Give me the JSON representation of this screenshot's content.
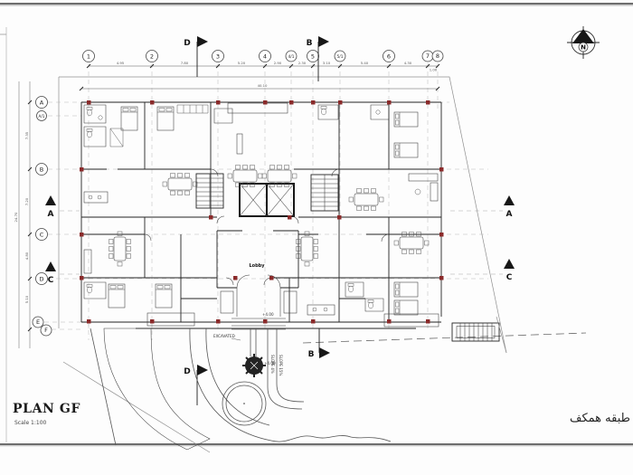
{
  "drawing": {
    "title": "PLAN GF",
    "scale": "Scale  1:100",
    "title_rtl": "طبقه همكف",
    "north_label": "N",
    "lobby_label": "Lobby",
    "level_entrance": "+4.00",
    "level_court": "+4.00",
    "excavation_note": "EXCAVATED",
    "slope_note_1": "SLOPE 4%",
    "slope_note_2": "SLOPE 15%"
  },
  "grid": {
    "columns": [
      "1",
      "2",
      "3",
      "4",
      "4/1",
      "5",
      "5/1",
      "6",
      "7",
      "8"
    ],
    "rows": [
      "A",
      "A/1",
      "B",
      "C",
      "D",
      "E",
      "F"
    ]
  },
  "section_markers": {
    "top_d": "D",
    "top_b": "B",
    "left_a": "A",
    "left_c": "C",
    "right_a": "A",
    "right_c": "C",
    "bottom_b": "B",
    "bottom_d": "D"
  },
  "dimensions": {
    "top_segments": [
      "4.95",
      "7.80",
      "5.20",
      "2.90",
      "2.30",
      "3.10",
      "5.40",
      "4.30",
      "1.00"
    ],
    "top_total": "40.10",
    "left_segments": [
      "7.35",
      "7.20",
      "4.80",
      "5.10"
    ],
    "left_total": "24.70"
  },
  "colors": {
    "wall": "#242424",
    "column_marker": "#8b2b2b",
    "frame_gray": "#6e6e6e",
    "background": "#fdfdfd"
  }
}
